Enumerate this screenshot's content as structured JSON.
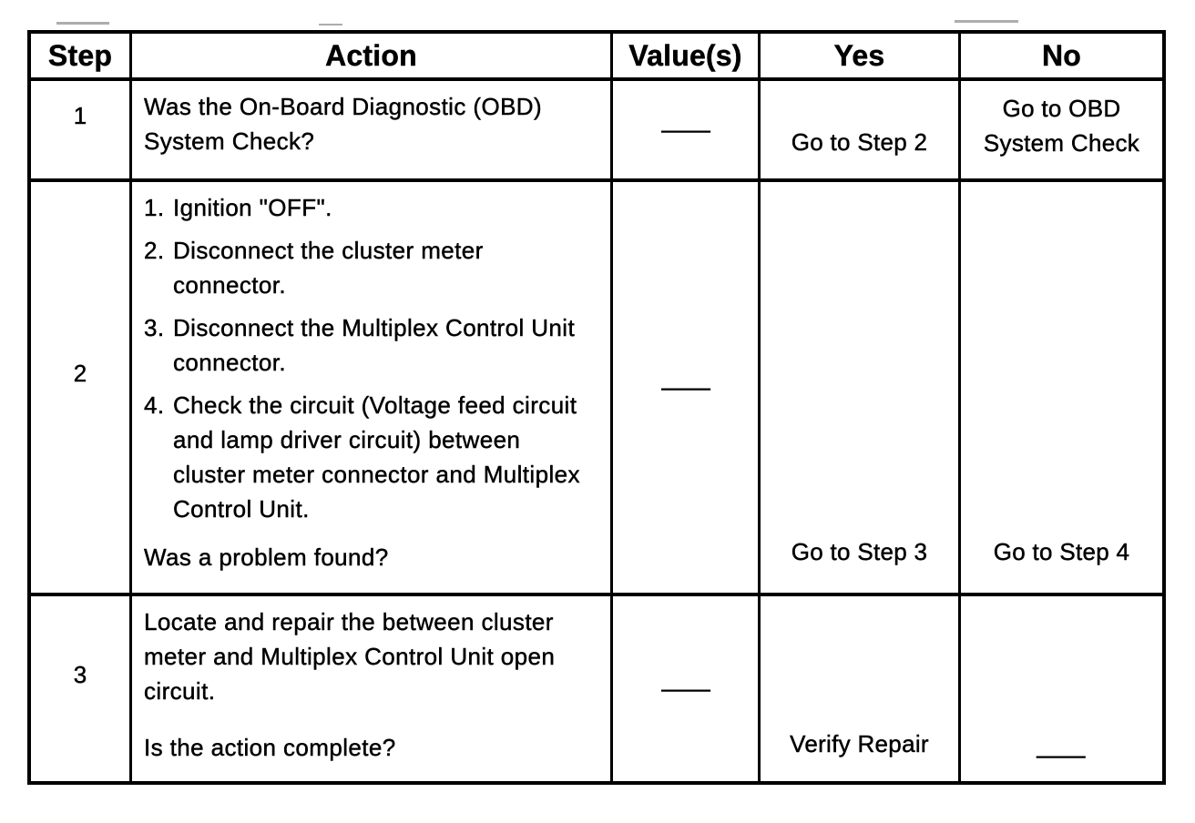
{
  "table": {
    "headers": {
      "step": "Step",
      "action": "Action",
      "values": "Value(s)",
      "yes": "Yes",
      "no": "No"
    },
    "rows": [
      {
        "step": "1",
        "action": {
          "segments": [
            {
              "type": "para",
              "text": "Was the On-Board Diagnostic (OBD) System Check?"
            }
          ]
        },
        "value": {
          "dash": "—"
        },
        "yes": {
          "text": "Go to Step 2"
        },
        "no": {
          "text": "Go to OBD System Check"
        }
      },
      {
        "step": "2",
        "action": {
          "segments": [
            {
              "type": "item",
              "num": "1.",
              "text": "Ignition \"OFF\"."
            },
            {
              "type": "item",
              "num": "2.",
              "text": "Disconnect the cluster meter connector."
            },
            {
              "type": "item",
              "num": "3.",
              "text": "Disconnect the Multiplex Control Unit connector."
            },
            {
              "type": "item",
              "num": "4.",
              "text": "Check the circuit (Voltage feed circuit and lamp driver circuit) between cluster meter connector and Multiplex Control Unit."
            },
            {
              "type": "question",
              "text": "Was a problem found?"
            }
          ]
        },
        "value": {
          "dash": "—"
        },
        "yes": {
          "text": "Go to Step 3"
        },
        "no": {
          "text": "Go to Step 4"
        }
      },
      {
        "step": "3",
        "action": {
          "segments": [
            {
              "type": "para",
              "text": "Locate and repair the between cluster meter and Multiplex Control Unit open circuit."
            },
            {
              "type": "question",
              "text": "Is the action complete?"
            }
          ]
        },
        "value": {
          "dash": "—"
        },
        "yes": {
          "text": "Verify Repair"
        },
        "no": {
          "dash": "—"
        }
      }
    ]
  }
}
